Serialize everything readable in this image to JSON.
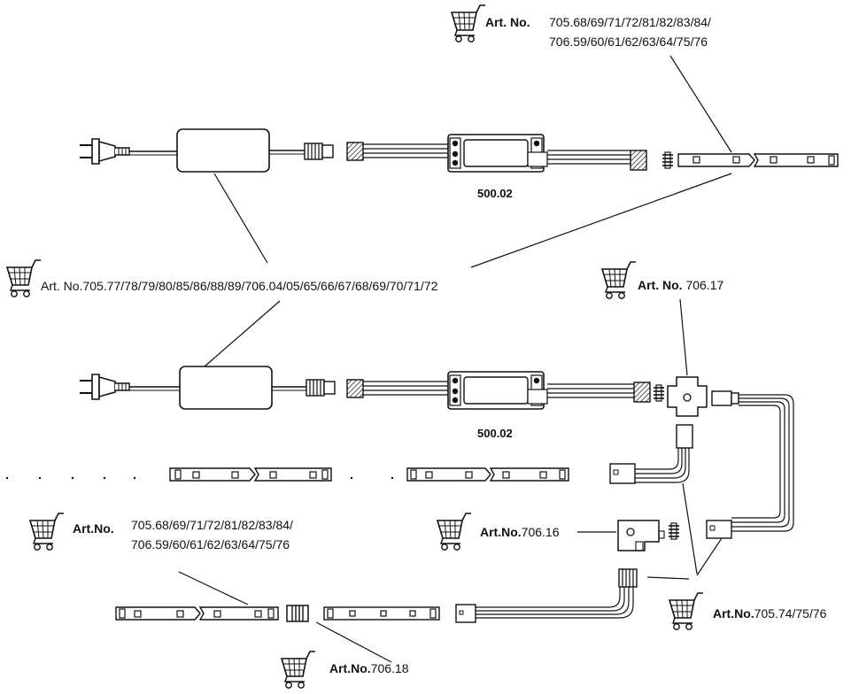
{
  "labels": {
    "top_right": {
      "prefix": "Art. No.",
      "line1": "705.68/69/71/72/81/82/83/84/",
      "line2": "706.59/60/61/62/63/64/75/76"
    },
    "controller_top": "500.02",
    "controller_bottom": "500.02",
    "psu": {
      "prefix": "Art. No.",
      "numbers": "705.77/78/79/80/85/86/88/89/706.04/05/65/66/67/68/69/70/71/72"
    },
    "cross_connector": {
      "prefix": "Art. No.",
      "number": "706.17"
    },
    "strips_left": {
      "prefix": "Art.No.",
      "line1": "705.68/69/71/72/81/82/83/84/",
      "line2": "706.59/60/61/62/63/64/75/76"
    },
    "corner_connector": {
      "prefix": "Art.No.",
      "number": "706.16"
    },
    "cables": {
      "prefix": "Art.No.",
      "number": "705.74/75/76"
    },
    "straight_connector": {
      "prefix": "Art.No.",
      "number": "706.18"
    }
  },
  "icons": [
    "shopping-cart-icon",
    "euro-plug-icon",
    "led-strip-icon",
    "connector-icon"
  ],
  "colors": {
    "ink": "#111111",
    "background": "#ffffff"
  }
}
